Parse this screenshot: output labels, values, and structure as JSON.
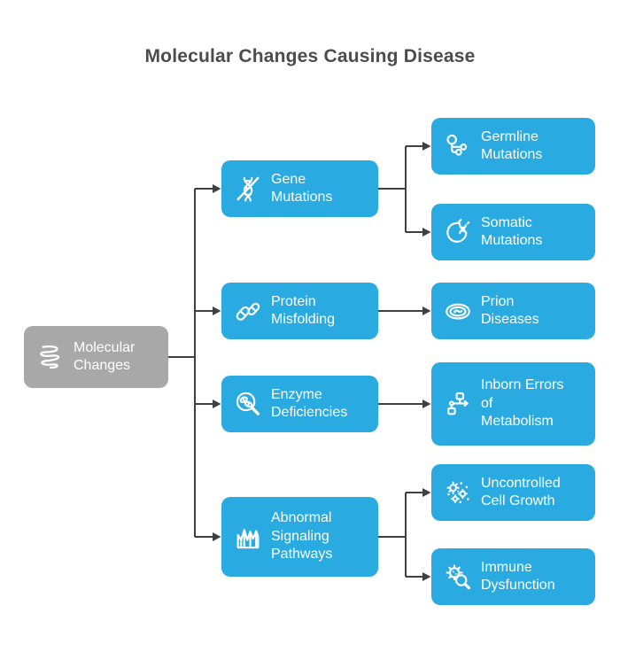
{
  "title": "Molecular Changes Causing Disease",
  "colors": {
    "node_blue": "#29ABE2",
    "node_gray": "#A8A8A8",
    "connector": "#404040",
    "title_text": "#4C4C4C",
    "node_text": "#FFFFFF",
    "background": "#FFFFFF"
  },
  "nodes": {
    "root": {
      "label": "Molecular\nChanges",
      "icon": "helix-coil-icon"
    },
    "gene": {
      "label": "Gene\nMutations",
      "icon": "dna-crossed-icon"
    },
    "germline": {
      "label": "Germline\nMutations",
      "icon": "lineage-tree-icon"
    },
    "somatic": {
      "label": "Somatic\nMutations",
      "icon": "cell-dna-icon"
    },
    "protein": {
      "label": "Protein\nMisfolding",
      "icon": "capsules-icon"
    },
    "prion": {
      "label": "Prion\nDiseases",
      "icon": "petri-dish-icon"
    },
    "enzyme": {
      "label": "Enzyme\nDeficiencies",
      "icon": "magnifier-pills-icon"
    },
    "inborn": {
      "label": "Inborn Errors\nof\nMetabolism",
      "icon": "flowchart-icon"
    },
    "signaling": {
      "label": "Abnormal\nSignaling\nPathways",
      "icon": "signal-waveform-icon"
    },
    "growth": {
      "label": "Uncontrolled\nCell Growth",
      "icon": "cell-cluster-icon"
    },
    "immune": {
      "label": "Immune\nDysfunction",
      "icon": "virus-magnifier-icon"
    }
  },
  "edges": [
    [
      "Molecular Changes",
      "Gene Mutations"
    ],
    [
      "Molecular Changes",
      "Protein Misfolding"
    ],
    [
      "Molecular Changes",
      "Enzyme Deficiencies"
    ],
    [
      "Molecular Changes",
      "Abnormal Signaling Pathways"
    ],
    [
      "Gene Mutations",
      "Germline Mutations"
    ],
    [
      "Gene Mutations",
      "Somatic Mutations"
    ],
    [
      "Protein Misfolding",
      "Prion Diseases"
    ],
    [
      "Enzyme Deficiencies",
      "Inborn Errors of Metabolism"
    ],
    [
      "Abnormal Signaling Pathways",
      "Uncontrolled Cell Growth"
    ],
    [
      "Abnormal Signaling Pathways",
      "Immune Dysfunction"
    ]
  ]
}
